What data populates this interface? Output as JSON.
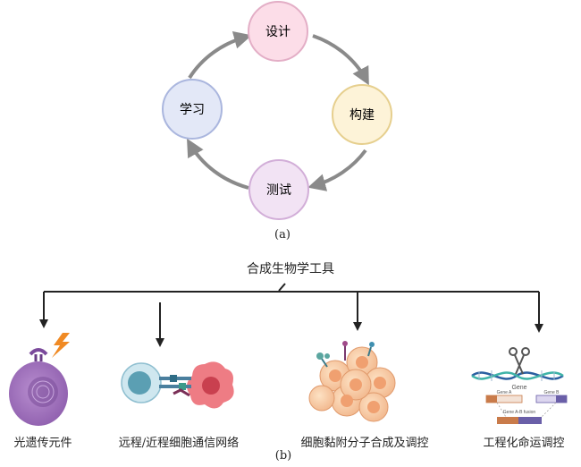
{
  "panel_a": {
    "label": "(a)",
    "nodes": [
      {
        "id": "design",
        "text": "设计",
        "fill": "#fcdde8",
        "stroke": "#e3aec6"
      },
      {
        "id": "build",
        "text": "构建",
        "fill": "#fdf3d8",
        "stroke": "#e6cf8e"
      },
      {
        "id": "test",
        "text": "测试",
        "fill": "#f2e3f4",
        "stroke": "#d2aed8"
      },
      {
        "id": "learn",
        "text": "学习",
        "fill": "#e3e8f7",
        "stroke": "#aab6de"
      }
    ],
    "arrow_color": "#8a8a8a"
  },
  "panel_b": {
    "label": "(b)",
    "root": "合成生物学工具",
    "items": [
      {
        "id": "optogenetic",
        "label": "光遗传元件",
        "icon": "photoreceptor-cell-icon"
      },
      {
        "id": "signaling",
        "label": "远程/近程细胞通信网络",
        "icon": "cell-communication-icon"
      },
      {
        "id": "adhesion",
        "label": "细胞黏附分子合成及调控",
        "icon": "cell-cluster-icon"
      },
      {
        "id": "fate",
        "label": "工程化命运调控",
        "icon": "gene-editing-icon"
      }
    ],
    "gene_text": {
      "gene": "Gene",
      "gene_a": "Gene A",
      "gene_b": "Gene B",
      "fusion": "Gene A-B fusion"
    },
    "line_color": "#222222"
  }
}
